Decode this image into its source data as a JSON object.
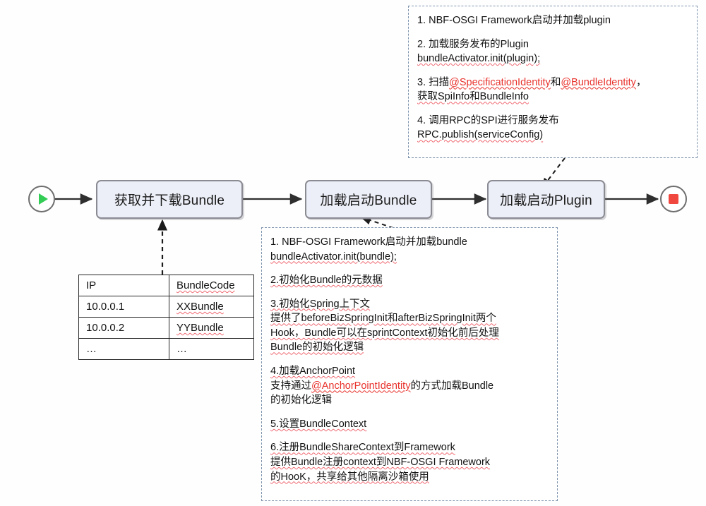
{
  "diagram": {
    "title": "NBF-OSGI Bundle/Plugin startup flow",
    "colors": {
      "box_fill": "#eceff7",
      "box_border": "#8b8b94",
      "callout_border": "#7d93ad",
      "annotation_red": "#e8322c",
      "start_green": "#33cc55",
      "stop_red": "#f0483e",
      "connector": "#3a3a3a"
    },
    "nodes": {
      "start": {
        "icon": "play-icon",
        "label": ""
      },
      "step1": {
        "label": "获取并下载Bundle"
      },
      "step2": {
        "label": "加载启动Bundle"
      },
      "step3": {
        "label": "加载启动Plugin"
      },
      "end": {
        "icon": "stop-icon",
        "label": ""
      }
    },
    "plugin_callout": {
      "items": [
        {
          "lead": "1. NBF-OSGI Framework启动并加载plugin",
          "rest": ""
        },
        {
          "lead": "2. 加载服务发布的Plugin",
          "rest": "bundleActivator.init(plugin);"
        },
        {
          "lead": "3. 扫描",
          "red1": "@SpecificationIdentity",
          "mid": "和",
          "red2": "@BundleIdentity",
          "tail": "，",
          "rest": "获取SpiInfo和BundleInfo"
        },
        {
          "lead": "4. 调用RPC的SPI进行服务发布",
          "rest": "RPC.publish(serviceConfig)"
        }
      ]
    },
    "bundle_callout": {
      "items": [
        {
          "lead": "1. NBF-OSGI Framework启动并加载bundle",
          "rest": "bundleActivator.init(bundle);"
        },
        {
          "lead": "2.初始化Bundle的元数据",
          "rest": ""
        },
        {
          "lead": "3.初始化Spring上下文",
          "rest": "提供了beforeBizSpringInit和afterBizSpringInit两个\nHook，Bundle可以在sprintContext初始化前后处理\nBundle的初始化逻辑"
        },
        {
          "lead": "4.加载AnchorPoint",
          "pre": "支持通过",
          "red1": "@AnchorPointIdentity",
          "post": "的方式加载Bundle",
          "rest": "的初始化逻辑"
        },
        {
          "lead": "5.设置BundleContext",
          "rest": ""
        },
        {
          "lead": "6.注册BundleShareContext到Framework",
          "rest": "提供Bundle注册context到NBF-OSGI Framework\n的HooK，共享给其他隔离沙箱使用"
        }
      ]
    },
    "bundle_table": {
      "headers": [
        "IP",
        "BundleCode"
      ],
      "rows": [
        [
          "10.0.0.1",
          "XXBundle"
        ],
        [
          "10.0.0.2",
          "YYBundle"
        ],
        [
          "…",
          "…"
        ]
      ]
    }
  }
}
